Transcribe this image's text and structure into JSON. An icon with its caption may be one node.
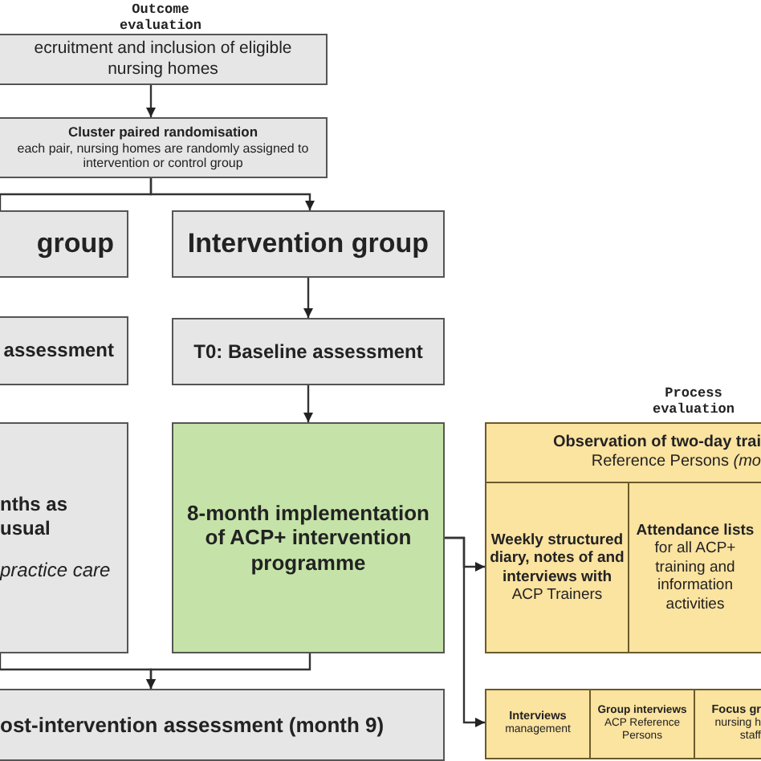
{
  "diagram": {
    "nodes": [
      {
        "text": [
          "ecruitment and inclusion of eligible nursing homes"
        ],
        "beside": [
          "Outcome evaluation"
        ]
      },
      {
        "text": [
          "Cluster paired randomisation",
          "each pair, nursing homes are randomly assigned to intervention or control group"
        ]
      },
      {
        "text": [
          "group"
        ]
      },
      {
        "text": [
          "Intervention group"
        ]
      },
      {
        "text": [
          "assessment"
        ]
      },
      {
        "text": [
          "T0: Baseline assessment"
        ]
      },
      {
        "text": [
          "nths as usual",
          "practice care"
        ]
      },
      {
        "text": [
          "8-month implementation of ACP+ intervention programme"
        ]
      },
      {
        "text": [
          "Observation of two-day trai",
          "Reference Persons *(mo*"
        ],
        "beside": [
          "Process evaluation"
        ]
      },
      {
        "text": [
          "Weekly structured diary, notes of and interviews with",
          "ACP Trainers"
        ]
      },
      {
        "text": [
          "Attendance lists",
          "for all ACP+ training and information activities"
        ]
      },
      {
        "text": [
          "ost-intervention assessment (month 9)"
        ]
      },
      {
        "text": [
          "Interviews",
          "management"
        ]
      },
      {
        "text": [
          "Group interviews",
          "ACP Reference Persons"
        ]
      },
      {
        "text": [
          "Focus gr",
          "nursing h staff"
        ]
      }
    ],
    "edges": [
      {
        "from": 0,
        "to": 1,
        "arrow": "to"
      },
      {
        "from": 1,
        "to": 3,
        "arrow": "to"
      },
      {
        "from": 1,
        "to": 2,
        "arrow": "none"
      },
      {
        "from": 3,
        "to": 5,
        "arrow": "to"
      },
      {
        "from": 5,
        "to": 7,
        "arrow": "to"
      },
      {
        "from": 7,
        "to": 11,
        "arrow": "to"
      },
      {
        "from": 6,
        "to": 11,
        "arrow": "to"
      },
      {
        "from": 7,
        "to": 9,
        "arrow": "to"
      },
      {
        "from": 7,
        "to": 12,
        "arrow": "to"
      }
    ]
  }
}
